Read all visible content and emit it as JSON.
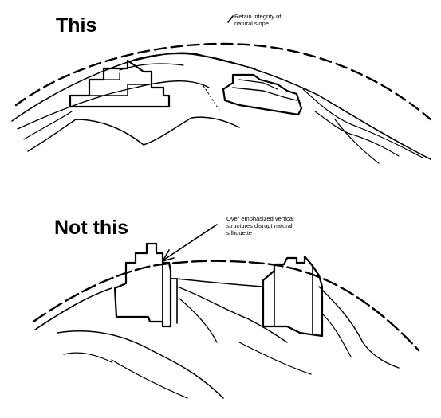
{
  "top_panel": {
    "heading": "This",
    "annotation": [
      "Retain integrity of",
      "natural slope"
    ]
  },
  "bottom_panel": {
    "heading": "Not this",
    "annotation": [
      "Over emphasized vertical",
      "structures disrupt natural",
      "silhouette"
    ]
  }
}
